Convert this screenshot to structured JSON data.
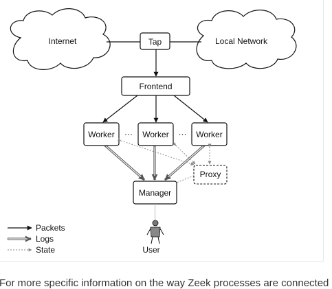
{
  "diagram": {
    "nodes": {
      "internet": "Internet",
      "tap": "Tap",
      "local_network": "Local Network",
      "frontend": "Frontend",
      "worker": "Worker",
      "ellipsis": "···",
      "proxy": "Proxy",
      "manager": "Manager",
      "user": "User"
    },
    "legend": {
      "packets": "Packets",
      "logs": "Logs",
      "state": "State"
    }
  },
  "caption": {
    "text": "For more specific information on the way Zeek processes are connected"
  }
}
